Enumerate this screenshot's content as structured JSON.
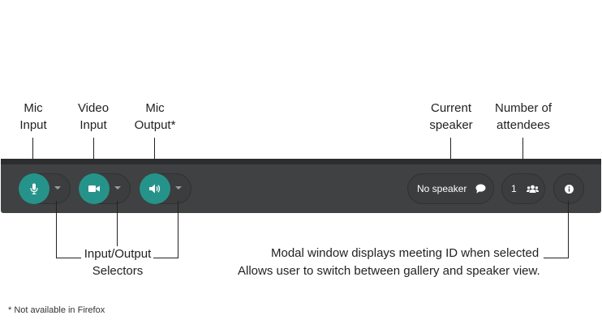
{
  "labels": {
    "mic_input": [
      "Mic",
      "Input"
    ],
    "video_input": [
      "Video",
      "Input"
    ],
    "mic_output": [
      "Mic",
      "Output*"
    ],
    "current_speaker": [
      "Current",
      "speaker"
    ],
    "attendees": [
      "Number of",
      "attendees"
    ],
    "selectors": [
      "Input/Output",
      "Selectors"
    ]
  },
  "annotations": {
    "modal_info": "Modal window displays meeting ID when selected",
    "view_switch": "Allows user to switch between gallery and speaker view."
  },
  "footnote": "* Not available in Firefox",
  "toolbar": {
    "speaker_text": "No speaker",
    "attendee_count": "1"
  },
  "colors": {
    "accent": "#26938a",
    "toolbar_bg": "#3f4142"
  },
  "icons": [
    "microphone-icon",
    "video-camera-icon",
    "speaker-volume-icon",
    "chat-bubble-icon",
    "users-icon",
    "info-icon",
    "chevron-down-icon"
  ]
}
